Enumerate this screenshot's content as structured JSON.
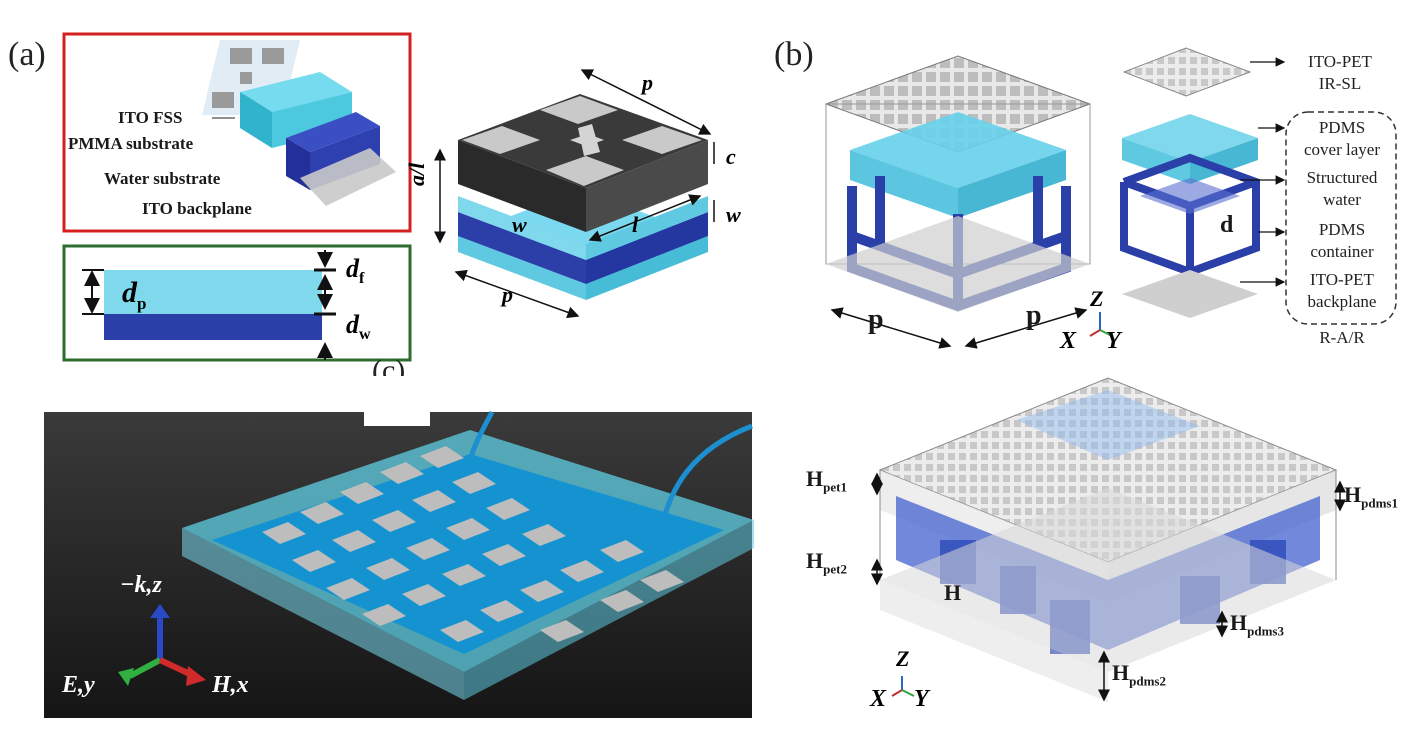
{
  "panel_a": {
    "letter": "(a)",
    "layers": [
      "ITO FSS",
      "PMMA substrate",
      "Water substrate",
      "ITO backplane"
    ],
    "thickness": {
      "dp": "d",
      "dp_sub": "p",
      "df": "d",
      "df_sub": "f",
      "dw": "d",
      "dw_sub": "w"
    },
    "unit_labels": {
      "p_top": "p",
      "p_bottom": "p",
      "c": "c",
      "w_right": "w",
      "w_mid": "w",
      "l": "l",
      "a_l": "a/l"
    }
  },
  "panel_b": {
    "letter": "(b)",
    "right_labels": [
      "ITO-PET",
      "IR-SL",
      "PDMS",
      "cover layer",
      "Structured",
      "water",
      "PDMS",
      "container",
      "ITO-PET",
      "backplane",
      "R-A/R"
    ],
    "d": "d",
    "p_left": "p",
    "p_right": "p",
    "axes": {
      "z": "Z",
      "x": "X",
      "y": "Y"
    },
    "heights": {
      "pet1": "H",
      "pet1_sub": "pet1",
      "pet2": "H",
      "pet2_sub": "pet2",
      "h": "H",
      "pdms1": "H",
      "pdms1_sub": "pdms1",
      "pdms3": "H",
      "pdms3_sub": "pdms3",
      "pdms2": "H",
      "pdms2_sub": "pdms2"
    },
    "axes2": {
      "z": "Z",
      "x": "X",
      "y": "Y"
    }
  },
  "panel_c": {
    "letter": "(c)",
    "axes": {
      "k": "−k,z",
      "e": "E,y",
      "h": "H,x"
    }
  },
  "colors": {
    "red_frame": "#d42020",
    "green_frame": "#2e6b2e",
    "light_cyan": "#5fd0e8",
    "dark_blue": "#2a3fa8",
    "render_bg": "#2b2b2b"
  }
}
